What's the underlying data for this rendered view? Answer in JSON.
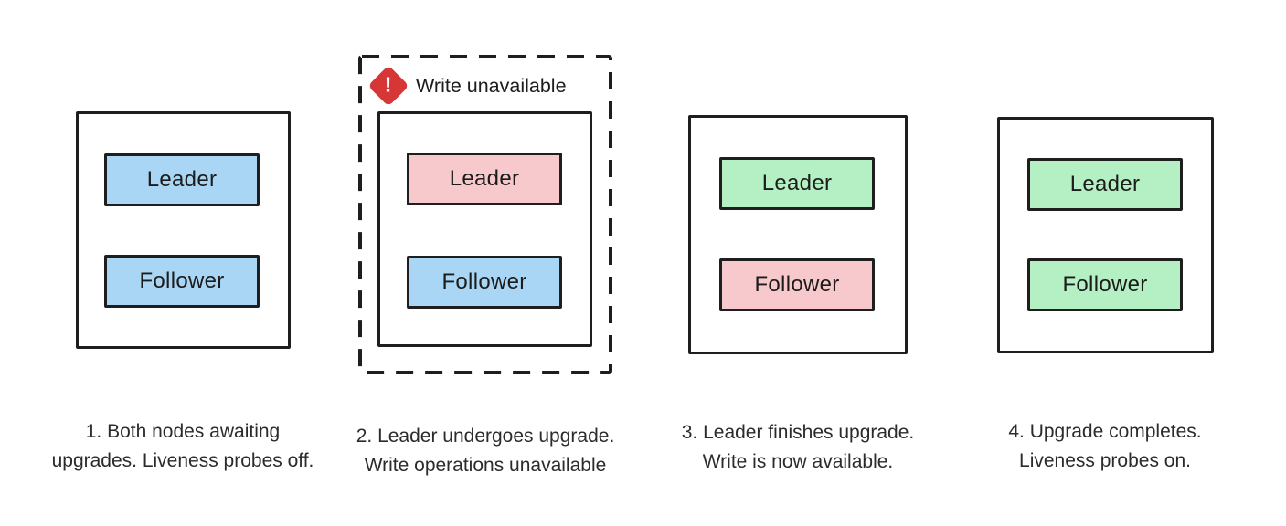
{
  "diagram": {
    "colors": {
      "background": "#ffffff",
      "border": "#1e1e1e",
      "text": "#2b2b2b",
      "warning_red": "#d63636",
      "blue": "#a9d6f5",
      "pink": "#f8c9cc",
      "green": "#b4f0c3"
    },
    "panels": [
      {
        "id": "1",
        "nodes": [
          {
            "label": "Leader",
            "state": "blue"
          },
          {
            "label": "Follower",
            "state": "blue"
          }
        ],
        "caption_line1": "1. Both nodes awaiting",
        "caption_line2": "upgrades. Liveness probes off."
      },
      {
        "id": "2",
        "warning_label": "Write unavailable",
        "warning_glyph": "!",
        "nodes": [
          {
            "label": "Leader",
            "state": "pink"
          },
          {
            "label": "Follower",
            "state": "blue"
          }
        ],
        "caption_line1": "2. Leader undergoes upgrade.",
        "caption_line2": "Write operations unavailable"
      },
      {
        "id": "3",
        "nodes": [
          {
            "label": "Leader",
            "state": "green"
          },
          {
            "label": "Follower",
            "state": "pink"
          }
        ],
        "caption_line1": "3. Leader finishes upgrade.",
        "caption_line2": "Write is now available."
      },
      {
        "id": "4",
        "nodes": [
          {
            "label": "Leader",
            "state": "green"
          },
          {
            "label": "Follower",
            "state": "green"
          }
        ],
        "caption_line1": "4. Upgrade completes.",
        "caption_line2": "Liveness probes on."
      }
    ]
  }
}
